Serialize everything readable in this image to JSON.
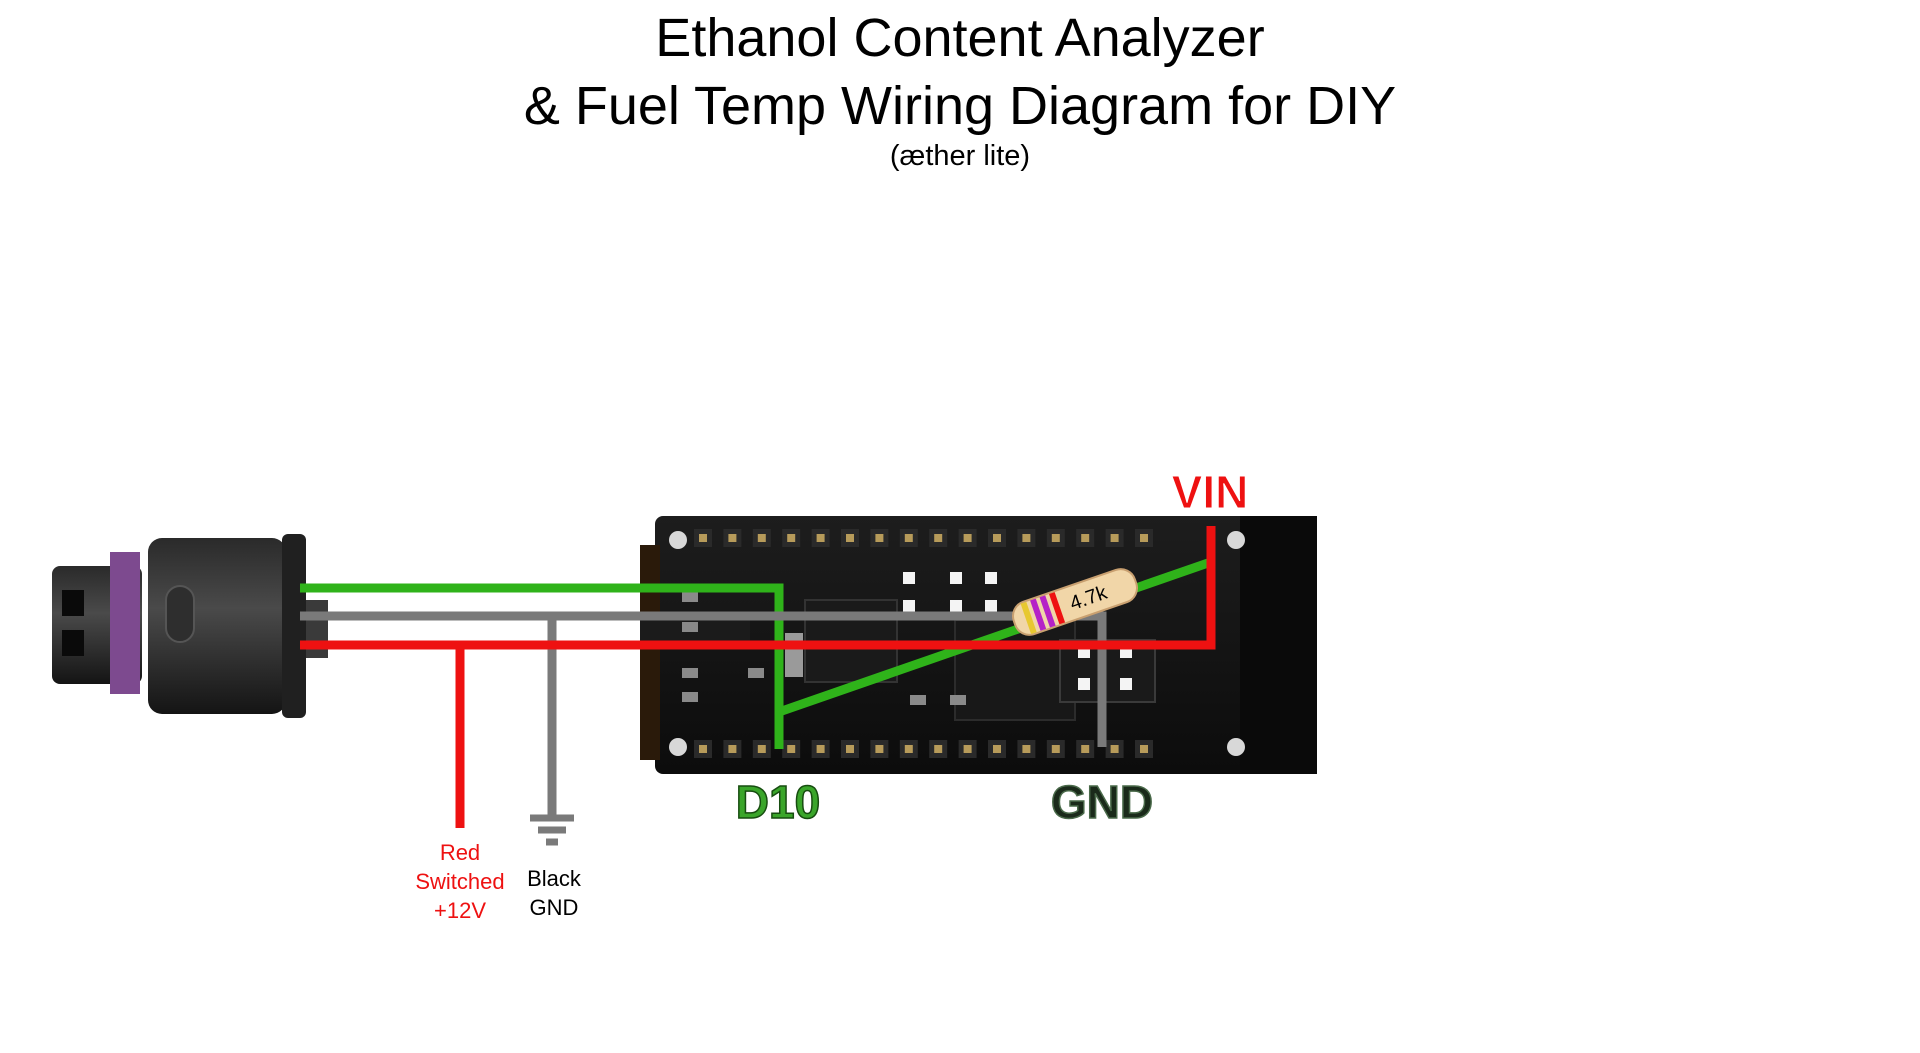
{
  "title": {
    "line1": "Ethanol Content Analyzer",
    "line2": "& Fuel Temp Wiring Diagram for DIY",
    "subtitle": "(æther lite)"
  },
  "pins": {
    "vin": "VIN",
    "d10": "D10",
    "gnd": "GND"
  },
  "resistor": {
    "value": "4.7k"
  },
  "wire_labels": {
    "red": [
      "Red",
      "Switched",
      "+12V"
    ],
    "black": [
      "Black",
      "GND"
    ]
  },
  "colors": {
    "wire_green": "#2fb31a",
    "wire_gray": "#7a7a7a",
    "wire_red": "#ee1111",
    "label_vin": "#ee1111",
    "label_d10": "#3aa52a",
    "label_gnd": "#1a2a1a",
    "board": "#141414",
    "connector": "#1c1c1c",
    "latch": "#7d4a8f"
  }
}
